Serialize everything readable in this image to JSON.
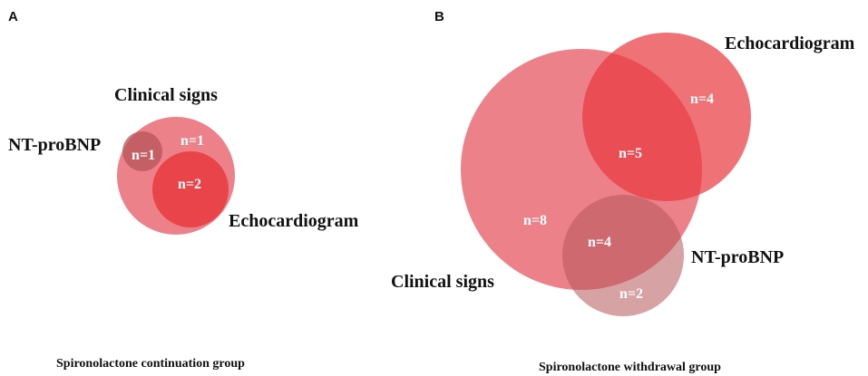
{
  "panels": {
    "a": {
      "letter": "A",
      "caption": "Spironolactone continuation group",
      "sets": {
        "clinical": "Clinical signs",
        "ntprobnp": "NT-proBNP",
        "echo": "Echocardiogram"
      },
      "counts": {
        "clinical_only": "n=1",
        "ntprobnp": "n=1",
        "echo": "n=2"
      }
    },
    "b": {
      "letter": "B",
      "caption": "Spironolactone withdrawal group",
      "sets": {
        "clinical": "Clinical signs",
        "ntprobnp": "NT-proBNP",
        "echo": "Echocardiogram"
      },
      "counts": {
        "clinical_only": "n=8",
        "clinical_echo": "n=5",
        "echo_only": "n=4",
        "clinical_ntprobnp": "n=4",
        "ntprobnp_only": "n=2"
      }
    }
  },
  "colors": {
    "clinical": "#e8616b",
    "echo": "#e8373c",
    "ntprobnp": "#bb5a5e"
  }
}
